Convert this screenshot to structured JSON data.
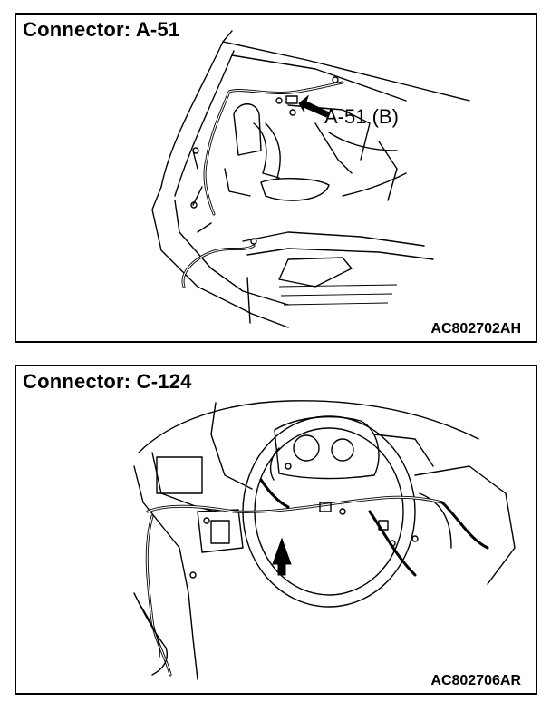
{
  "panels": [
    {
      "title": "Connector: A-51",
      "callout": "A-51 (B)",
      "code": "AC802702AH",
      "icons": [
        "engine-bay-illustration",
        "pointer-arrow"
      ]
    },
    {
      "title": "Connector: C-124",
      "code": "AC802706AR",
      "icons": [
        "dashboard-harness-illustration",
        "pointer-arrow"
      ]
    }
  ]
}
